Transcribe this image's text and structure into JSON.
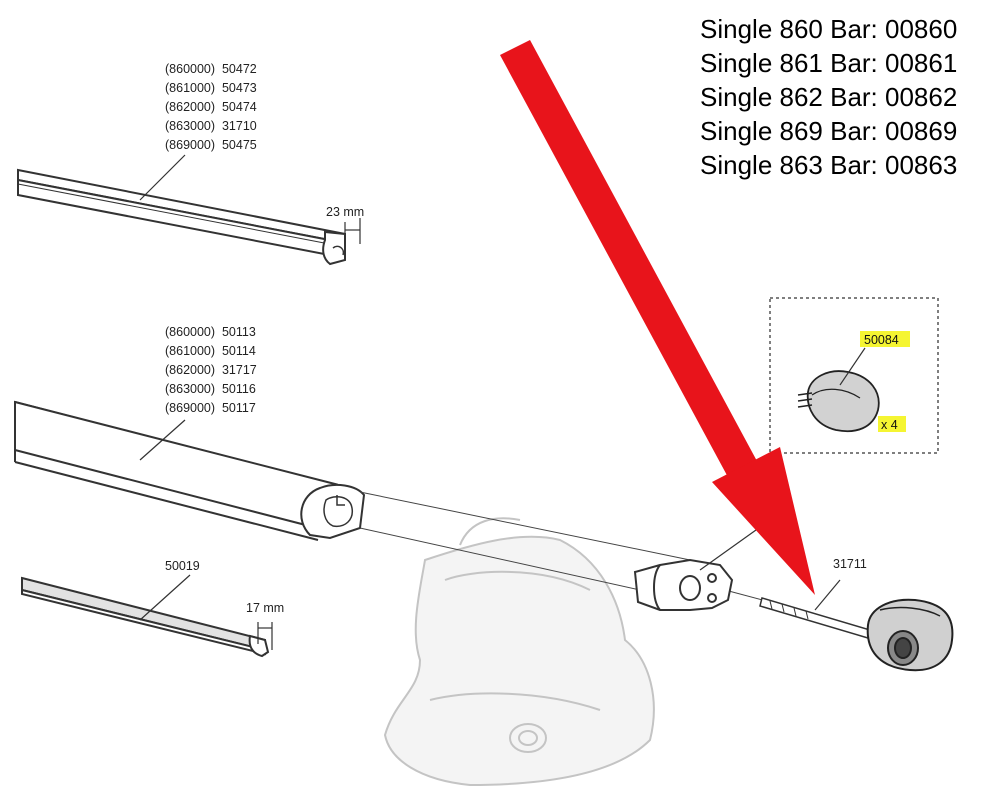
{
  "bar_list": [
    "Single 860 Bar: 00860",
    "Single 861 Bar: 00861",
    "Single 862 Bar: 00862",
    "Single 869 Bar: 00869",
    "Single 863 Bar: 00863"
  ],
  "top_strip": {
    "codes": [
      "(860000)  50472",
      "(861000)  50473",
      "(862000)  50474",
      "(863000)  31710",
      "(869000)  50475"
    ],
    "width_label": "23 mm"
  },
  "main_bar": {
    "codes": [
      "(860000)  50113",
      "(861000)  50114",
      "(862000)  31717",
      "(863000)  50116",
      "(869000)  50117"
    ]
  },
  "bottom_strip": {
    "code": "50019",
    "width_label": "17 mm"
  },
  "end_cap_kit": {
    "code": "50084",
    "quantity": "x 4",
    "highlight_color": "#f5f532"
  },
  "screw": {
    "code": "31711"
  },
  "colors": {
    "arrow": "#e8141b",
    "line": "#333333",
    "foot": "#bdbdbd"
  }
}
